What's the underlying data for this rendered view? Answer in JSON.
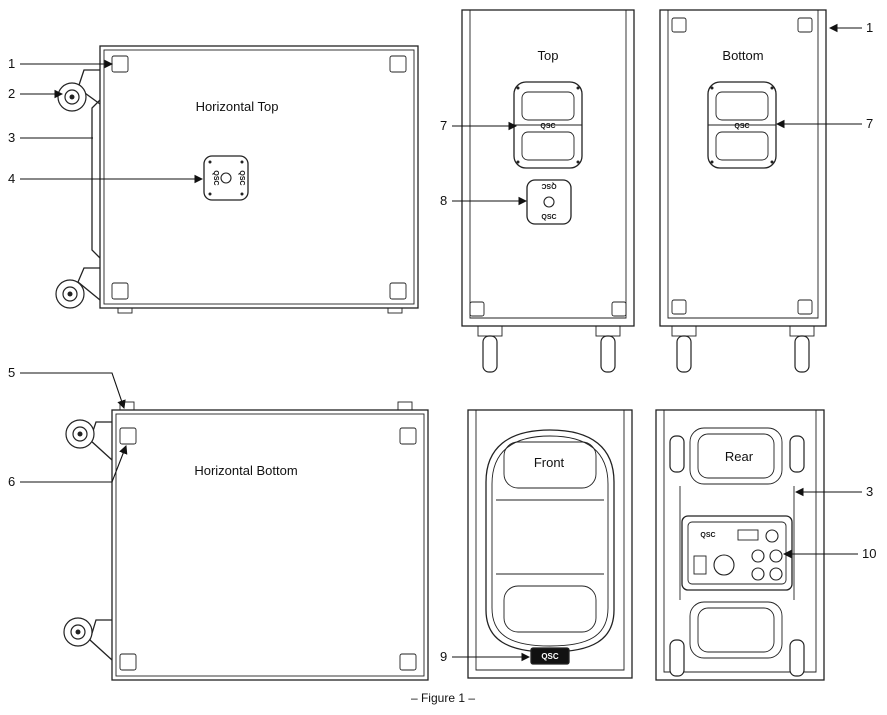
{
  "views": {
    "horizontal_top": "Horizontal Top",
    "horizontal_bottom": "Horizontal Bottom",
    "top": "Top",
    "bottom": "Bottom",
    "front": "Front",
    "rear": "Rear"
  },
  "callouts": [
    "1",
    "2",
    "3",
    "4",
    "5",
    "6",
    "7",
    "8",
    "9",
    "10"
  ],
  "logo_text": "QSC",
  "caption": "– Figure 1 –"
}
